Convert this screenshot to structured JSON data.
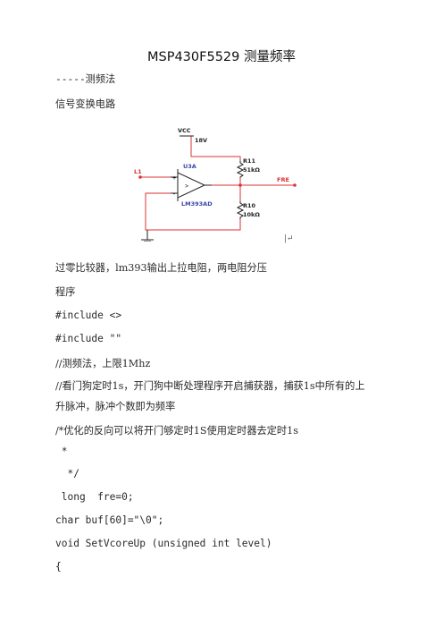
{
  "document": {
    "title": "MSP430F5529 测量频率",
    "method_heading": "-----测频法",
    "circuit_heading": "信号变换电路",
    "circuit": {
      "vcc_label": "VCC",
      "vcc_value": "18V",
      "input_label": "L1",
      "chip_label": "U3A",
      "chip_model": "LM393AD",
      "r11_label": "R11",
      "r11_value": "51kΩ",
      "r10_label": "R10",
      "r10_value": "10kΩ",
      "output_label": "FRE",
      "plus": "+",
      "minus": "-",
      "gt": ">"
    },
    "paragraph_mark": "|↵",
    "lines": [
      "过零比较器，lm393输出上拉电阻，两电阻分压",
      "程序",
      "#include <>",
      "#include \"\"",
      "//测频法，上限1Mhz",
      "//看门狗定时1s，开门狗中断处理程序开启捕获器，捕获1s中所有的上",
      "升脉冲，脉冲个数即为频率",
      "/*优化的反向可以将开门够定时1S使用定时器去定时1s",
      " *",
      "  */",
      " long  fre=0;",
      "char buf[60]=\"\\0\";",
      "void SetVcoreUp (unsigned int level)",
      "{"
    ]
  }
}
